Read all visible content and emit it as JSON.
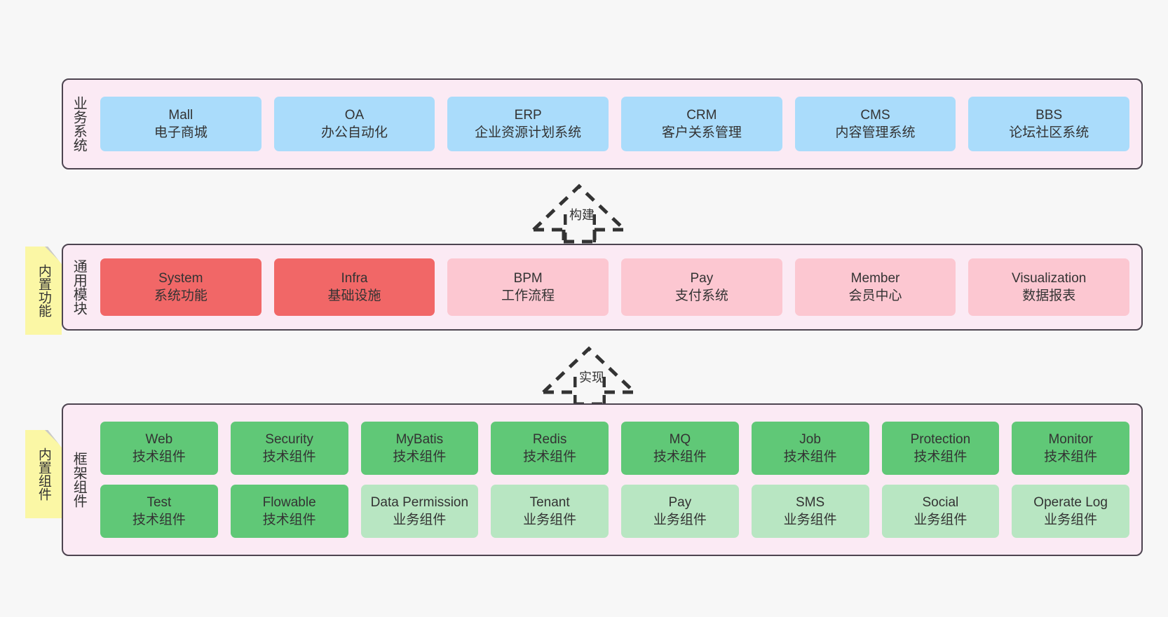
{
  "diagram": {
    "background": "#f7f7f7",
    "layers": [
      {
        "id": "business",
        "title": "业务系统",
        "band_color": "#fbeaf4",
        "cards": [
          {
            "name": "Mall",
            "desc": "电子商城"
          },
          {
            "name": "OA",
            "desc": "办公自动化"
          },
          {
            "name": "ERP",
            "desc": "企业资源计划系统"
          },
          {
            "name": "CRM",
            "desc": "客户关系管理"
          },
          {
            "name": "CMS",
            "desc": "内容管理系统"
          },
          {
            "name": "BBS",
            "desc": "论坛社区系统"
          }
        ]
      },
      {
        "id": "common-module",
        "title": "通用模块",
        "band_color": "#fbeaf4",
        "note": "内置功能",
        "cards": [
          {
            "name": "System",
            "desc": "系统功能",
            "color": "#f16767"
          },
          {
            "name": "Infra",
            "desc": "基础设施",
            "color": "#f16767"
          },
          {
            "name": "BPM",
            "desc": "工作流程",
            "color": "#fcc7d1"
          },
          {
            "name": "Pay",
            "desc": "支付系统",
            "color": "#fcc7d1"
          },
          {
            "name": "Member",
            "desc": "会员中心",
            "color": "#fcc7d1"
          },
          {
            "name": "Visualization",
            "desc": "数据报表",
            "color": "#fcc7d1"
          }
        ]
      },
      {
        "id": "framework-component",
        "title": "框架组件",
        "band_color": "#fbeaf4",
        "note": "内置组件",
        "row1": [
          {
            "name": "Web",
            "desc": "技术组件",
            "color": "#60c877"
          },
          {
            "name": "Security",
            "desc": "技术组件",
            "color": "#60c877"
          },
          {
            "name": "MyBatis",
            "desc": "技术组件",
            "color": "#60c877"
          },
          {
            "name": "Redis",
            "desc": "技术组件",
            "color": "#60c877"
          },
          {
            "name": "MQ",
            "desc": "技术组件",
            "color": "#60c877"
          },
          {
            "name": "Job",
            "desc": "技术组件",
            "color": "#60c877"
          },
          {
            "name": "Protection",
            "desc": "技术组件",
            "color": "#60c877"
          },
          {
            "name": "Monitor",
            "desc": "技术组件",
            "color": "#60c877"
          }
        ],
        "row2": [
          {
            "name": "Test",
            "desc": "技术组件",
            "color": "#60c877"
          },
          {
            "name": "Flowable",
            "desc": "技术组件",
            "color": "#60c877"
          },
          {
            "name": "Data Permission",
            "desc": "业务组件",
            "color": "#b8e6c2"
          },
          {
            "name": "Tenant",
            "desc": "业务组件",
            "color": "#b8e6c2"
          },
          {
            "name": "Pay",
            "desc": "业务组件",
            "color": "#b8e6c2"
          },
          {
            "name": "SMS",
            "desc": "业务组件",
            "color": "#b8e6c2"
          },
          {
            "name": "Social",
            "desc": "业务组件",
            "color": "#b8e6c2"
          },
          {
            "name": "Operate Log",
            "desc": "业务组件",
            "color": "#b8e6c2"
          }
        ]
      }
    ],
    "arrows": [
      {
        "id": "build",
        "label": "构建"
      },
      {
        "id": "implement",
        "label": "实现"
      }
    ],
    "colors": {
      "band": "#fbeaf4",
      "band_border": "#4d4450",
      "business_card": "#aadcfb",
      "module_strong": "#f16767",
      "module_light": "#fcc7d1",
      "component_tech": "#60c877",
      "component_biz": "#b8e6c2",
      "note": "#fbf7a5",
      "note_fold": "#c9c9c9",
      "text": "#333333"
    }
  }
}
